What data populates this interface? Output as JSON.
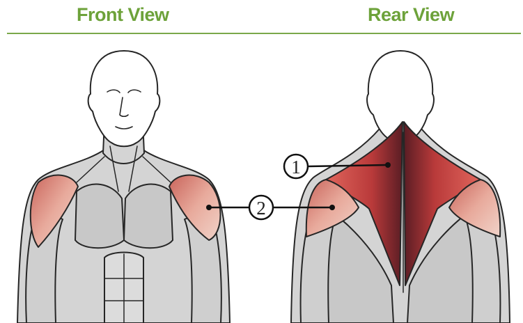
{
  "headings": {
    "front": "Front View",
    "rear": "Rear View"
  },
  "callouts": [
    {
      "number": "1"
    },
    {
      "number": "2"
    }
  ],
  "colors": {
    "heading": "#6da23a",
    "rule": "#7aa84a",
    "muscle_body": "#d4d4d4",
    "trapezius": "#c0413f",
    "deltoid": "#e3a093",
    "outline": "#262626"
  }
}
